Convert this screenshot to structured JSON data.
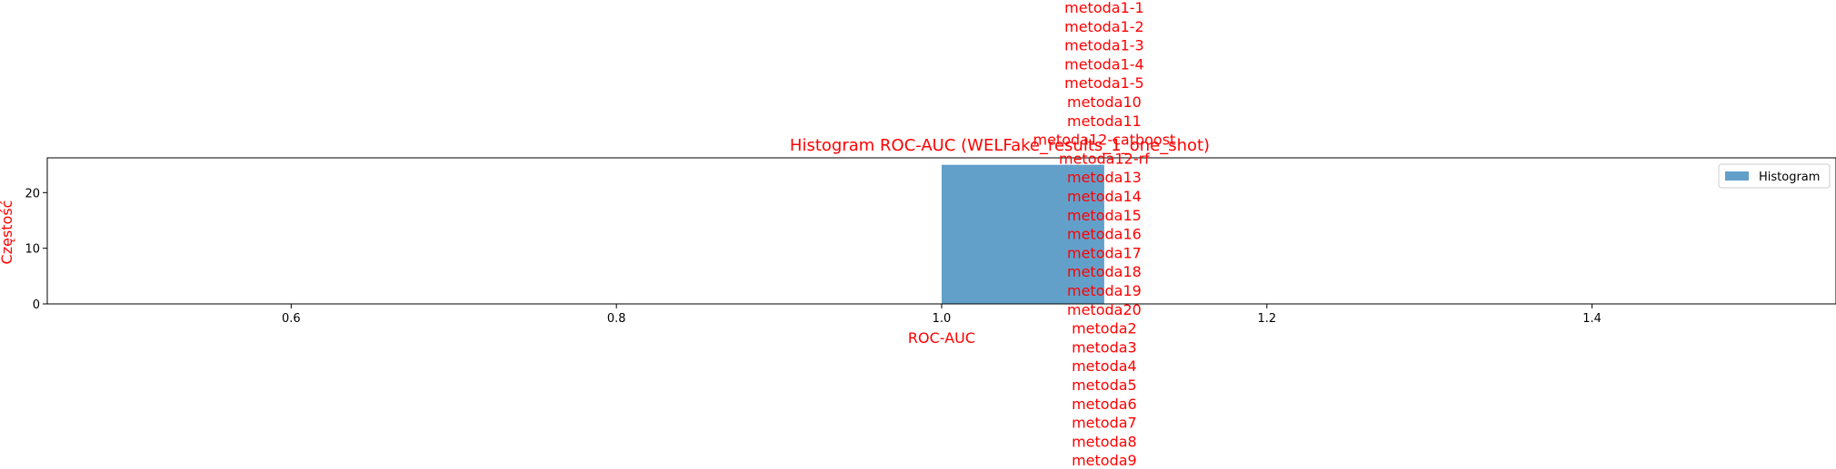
{
  "colors": {
    "bar": "#1f77b4",
    "annotation": "#ff0000",
    "axis": "#000000",
    "legend_border": "#cccccc"
  },
  "chart_data": {
    "type": "bar",
    "title": "Histogram ROC-AUC (WELFake_results_1_one_shot)",
    "xlabel": "ROC-AUC",
    "ylabel": "Częstość",
    "xlim": [
      0.45,
      1.55
    ],
    "ylim": [
      0,
      26.25
    ],
    "xticks": [
      0.6,
      0.8,
      1.0,
      1.2,
      1.4
    ],
    "xtick_labels": [
      "0.6",
      "0.8",
      "1.0",
      "1.2",
      "1.4"
    ],
    "yticks": [
      0,
      10,
      20
    ],
    "ytick_labels": [
      "0",
      "10",
      "20"
    ],
    "bars": [
      {
        "x_start": 1.0,
        "x_end": 1.1,
        "value": 25
      }
    ],
    "bar_alpha": 0.7,
    "grid": false,
    "legend": {
      "position": "top-right",
      "entries": [
        "Histogram"
      ]
    },
    "annotation_x": 1.1,
    "annotations": [
      "metoda1-1",
      "metoda1-2",
      "metoda1-3",
      "metoda1-4",
      "metoda1-5",
      "metoda10",
      "metoda11",
      "metoda12-catboost",
      "metoda12-rf",
      "metoda13",
      "metoda14",
      "metoda15",
      "metoda16",
      "metoda17",
      "metoda18",
      "metoda19",
      "metoda20",
      "metoda2",
      "metoda3",
      "metoda4",
      "metoda5",
      "metoda6",
      "metoda7",
      "metoda8",
      "metoda9"
    ]
  }
}
